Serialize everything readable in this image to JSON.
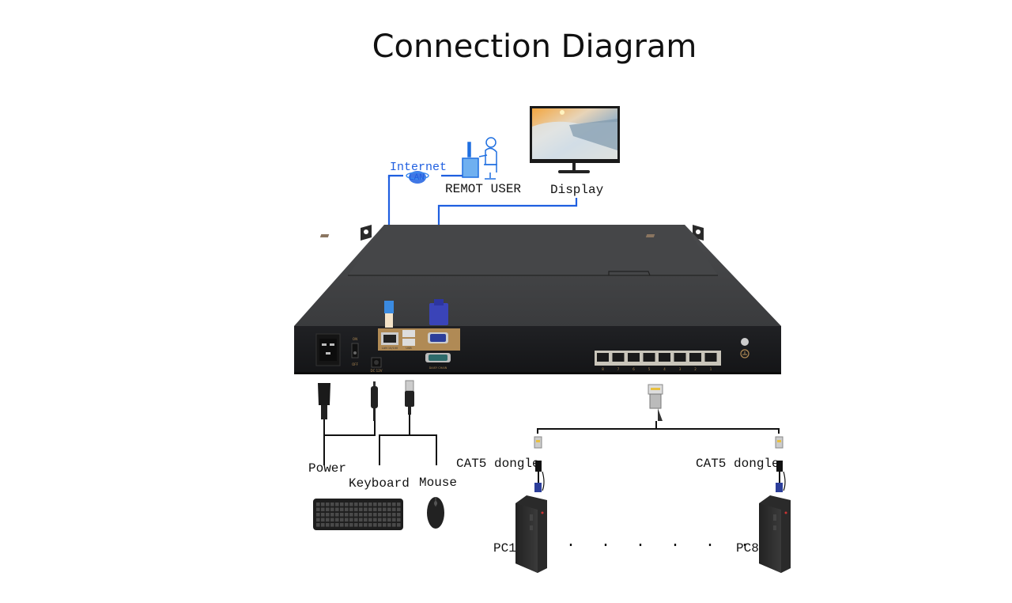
{
  "title": "Connection Diagram",
  "top_section": {
    "internet_label": "Internet",
    "lan_label": "LAN",
    "remote_user_label": "REMOT USER",
    "display_label": "Display"
  },
  "device": {
    "name": "KVM switch rear panel",
    "ports": {
      "power_switch_on": "ON",
      "power_switch_off": "OFF",
      "dc_input": "DC 12V",
      "lan": "LAN 10/100",
      "usb": "USB",
      "vga_out": "VGA",
      "daisy_chain": "DAISY CHAIN",
      "cat5_ports": [
        "8",
        "7",
        "6",
        "5",
        "4",
        "3",
        "2",
        "1"
      ]
    }
  },
  "peripherals": {
    "power_label": "Power",
    "keyboard_label": "Keyboard",
    "mouse_label": "Mouse"
  },
  "computers": {
    "left_dongle_label": "CAT5 dongle",
    "right_dongle_label": "CAT5 dongle",
    "first_pc_label": "PC1",
    "last_pc_label": "PC8",
    "ellipsis": "· · · · · ·"
  },
  "colors": {
    "cable_blue": "#1f5fe0",
    "line_black": "#111111",
    "chassis": "#2b2c2e",
    "port_panel": "#b08a55"
  }
}
